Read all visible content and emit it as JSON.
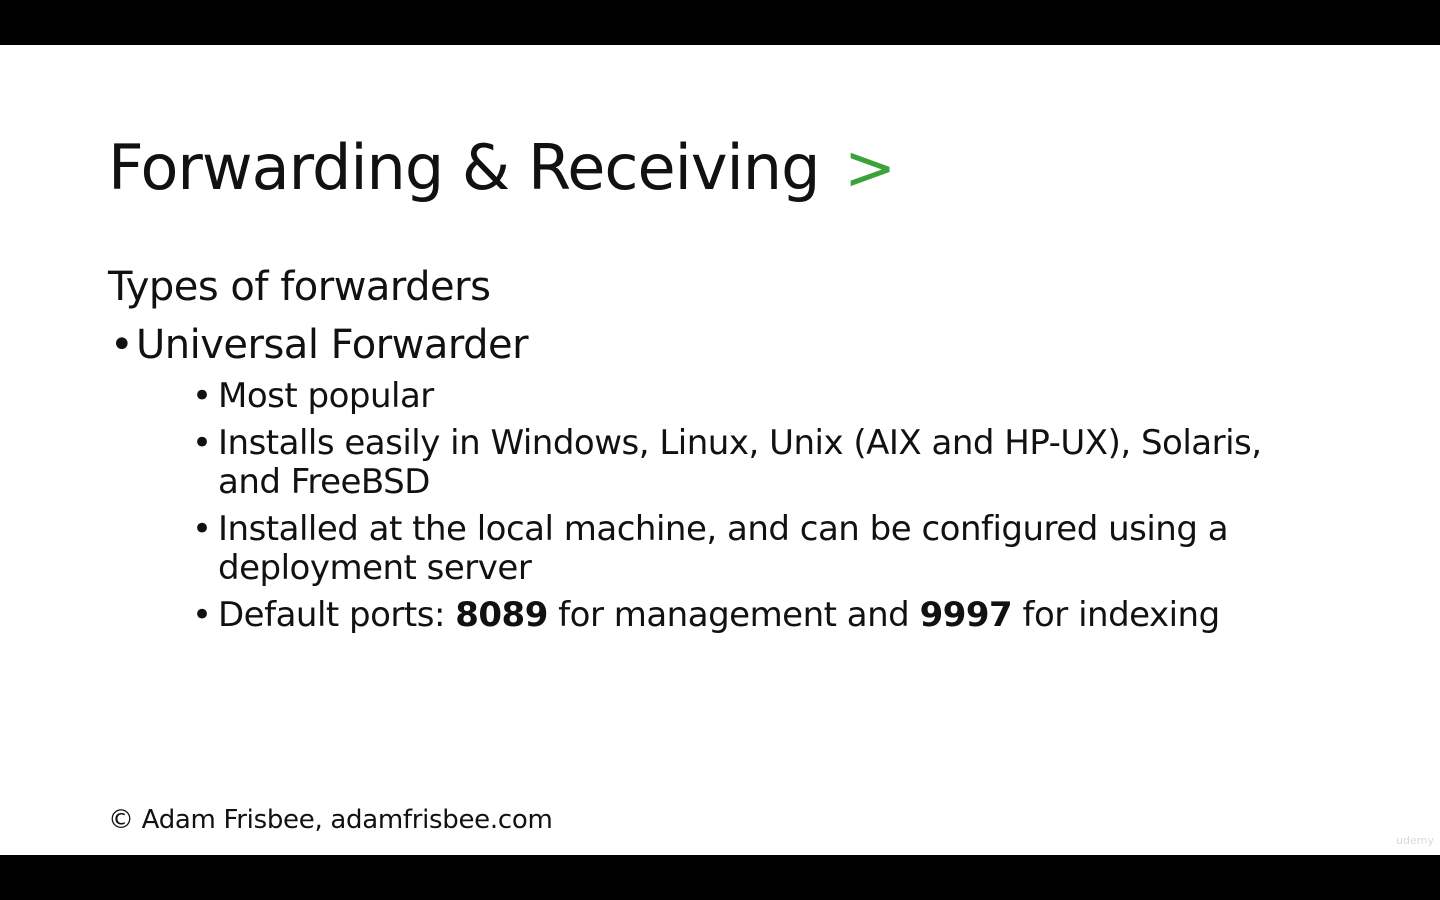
{
  "slide": {
    "title": "Forwarding & Receiving",
    "title_marker": ">",
    "section_heading": "Types of forwarders",
    "main_item": "Universal Forwarder",
    "sub_items": {
      "item1": "Most popular",
      "item2": "Installs easily in Windows, Linux, Unix (AIX and HP-UX), Solaris, and FreeBSD",
      "item3": "Installed at the local machine, and can be configured using a deployment server",
      "item4_prefix": "Default ports: ",
      "item4_port_mgmt": "8089",
      "item4_mid": " for management and ",
      "item4_port_index": "9997",
      "item4_suffix": " for indexing"
    },
    "footer": "© Adam Frisbee, adamfrisbee.com",
    "watermark": "udemy"
  },
  "colors": {
    "accent": "#3aa33a",
    "background": "#ffffff",
    "letterbox": "#000000"
  }
}
